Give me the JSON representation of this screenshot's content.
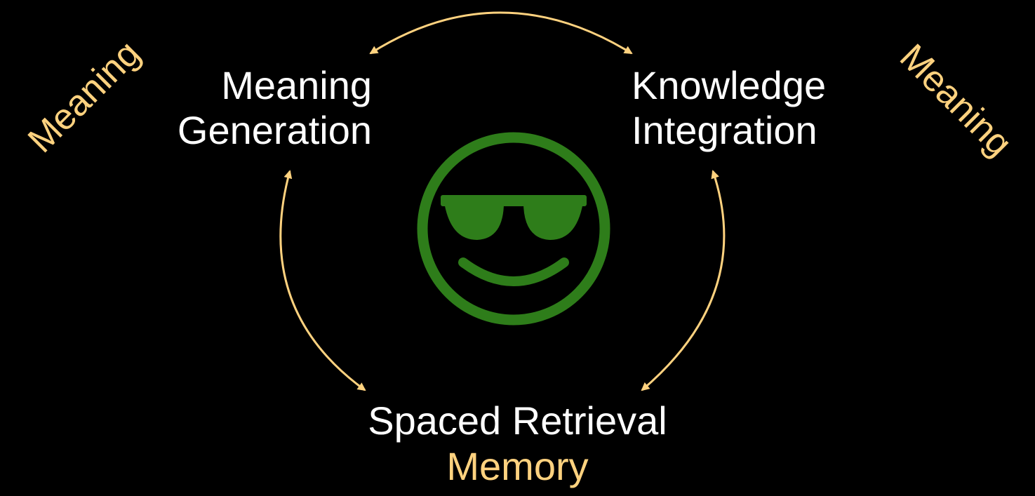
{
  "nodes": {
    "meaning_generation": {
      "line1": "Meaning",
      "line2": "Generation"
    },
    "knowledge_integration": {
      "line1": "Knowledge",
      "line2": "Integration"
    },
    "spaced_retrieval": {
      "line1": "Spaced Retrieval"
    }
  },
  "tags": {
    "left": "Meaning",
    "right": "Meaning",
    "bottom": "Memory"
  },
  "colors": {
    "background": "#000000",
    "node_text": "#ffffff",
    "tag_text": "#ffd27f",
    "arrow": "#ffd27f",
    "face": "#2e7d1a"
  },
  "center_icon": "cool-sunglasses-smiley-icon"
}
